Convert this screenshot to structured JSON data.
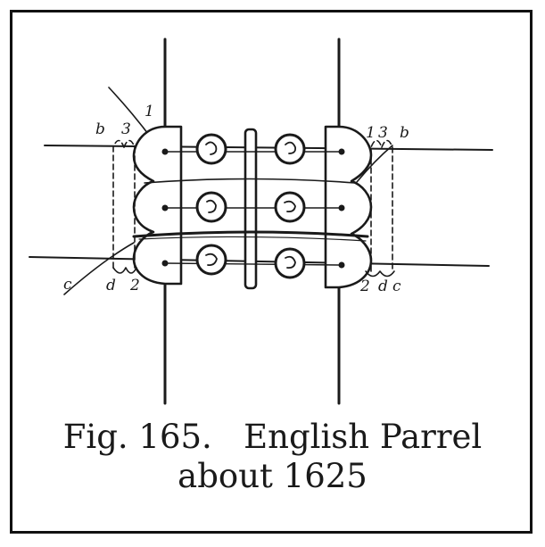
{
  "caption": {
    "line1": "Fig. 165.   English Parrel",
    "line2": "about 1625"
  },
  "labels": {
    "left_top": [
      "b",
      "3",
      "1"
    ],
    "right_top": [
      "1",
      "3",
      "b"
    ],
    "left_bottom": [
      "c",
      "d",
      "2"
    ],
    "right_bottom": [
      "2",
      "d",
      "c"
    ]
  },
  "colors": {
    "ink": "#1a1a1a",
    "paper": "#ffffff"
  }
}
